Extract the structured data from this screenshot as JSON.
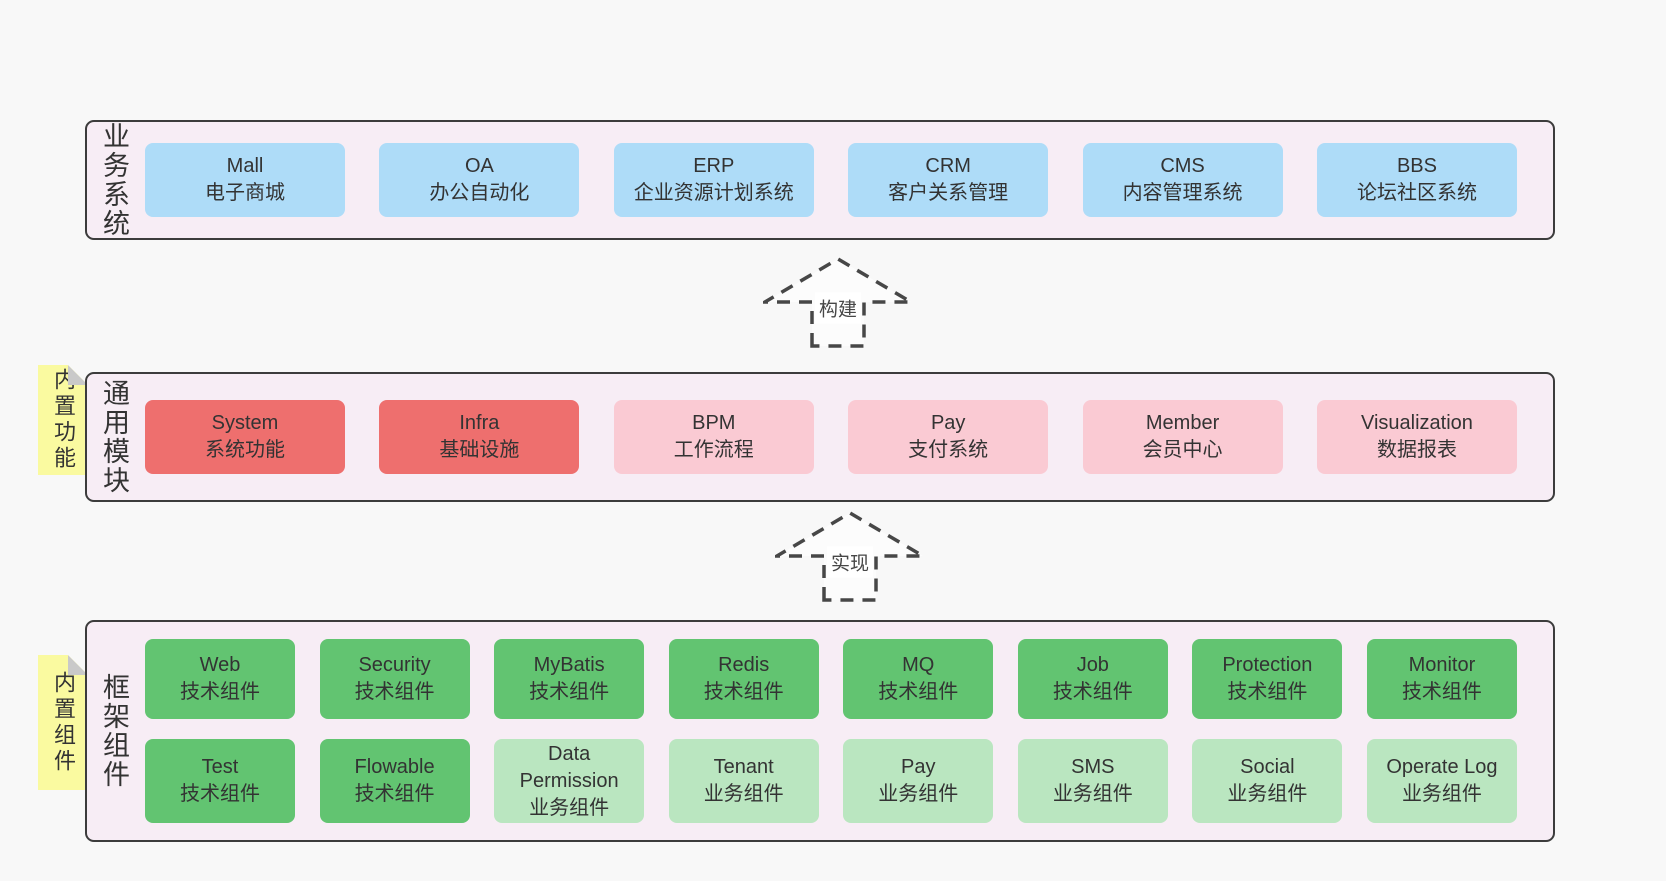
{
  "colors": {
    "page_bg": "#f8f8f8",
    "panel_bg": "#f7edf5",
    "panel_border": "#3c3c3c",
    "blue": "#aedcf8",
    "red": "#ee6f6e",
    "pink": "#facad3",
    "green_dark": "#62c471",
    "green_light": "#bae6c0",
    "sticky_yellow": "#fafaa0",
    "sticky_fold": "#c9c9c9",
    "text": "#333333",
    "arrow": "#474747"
  },
  "arrows": {
    "build": "构建",
    "implement": "实现"
  },
  "layers": {
    "business": {
      "side_label": "业务系统",
      "boxes": [
        {
          "en": "Mall",
          "zh": "电子商城"
        },
        {
          "en": "OA",
          "zh": "办公自动化"
        },
        {
          "en": "ERP",
          "zh": "企业资源计划系统"
        },
        {
          "en": "CRM",
          "zh": "客户关系管理"
        },
        {
          "en": "CMS",
          "zh": "内容管理系统"
        },
        {
          "en": "BBS",
          "zh": "论坛社区系统"
        }
      ]
    },
    "modules": {
      "side_label": "通用模块",
      "sticky_label": "内置功能",
      "boxes": [
        {
          "en": "System",
          "zh": "系统功能"
        },
        {
          "en": "Infra",
          "zh": "基础设施"
        },
        {
          "en": "BPM",
          "zh": "工作流程"
        },
        {
          "en": "Pay",
          "zh": "支付系统"
        },
        {
          "en": "Member",
          "zh": "会员中心"
        },
        {
          "en": "Visualization",
          "zh": "数据报表"
        }
      ]
    },
    "components": {
      "side_label": "框架组件",
      "sticky_label": "内置组件",
      "row1": [
        {
          "en": "Web",
          "zh": "技术组件"
        },
        {
          "en": "Security",
          "zh": "技术组件"
        },
        {
          "en": "MyBatis",
          "zh": "技术组件"
        },
        {
          "en": "Redis",
          "zh": "技术组件"
        },
        {
          "en": "MQ",
          "zh": "技术组件"
        },
        {
          "en": "Job",
          "zh": "技术组件"
        },
        {
          "en": "Protection",
          "zh": "技术组件"
        },
        {
          "en": "Monitor",
          "zh": "技术组件"
        }
      ],
      "row2": [
        {
          "en": "Test",
          "zh": "技术组件"
        },
        {
          "en": "Flowable",
          "zh": "技术组件"
        },
        {
          "en": "Data Permission",
          "zh": "业务组件"
        },
        {
          "en": "Tenant",
          "zh": "业务组件"
        },
        {
          "en": "Pay",
          "zh": "业务组件"
        },
        {
          "en": "SMS",
          "zh": "业务组件"
        },
        {
          "en": "Social",
          "zh": "业务组件"
        },
        {
          "en": "Operate Log",
          "zh": "业务组件"
        }
      ]
    }
  }
}
